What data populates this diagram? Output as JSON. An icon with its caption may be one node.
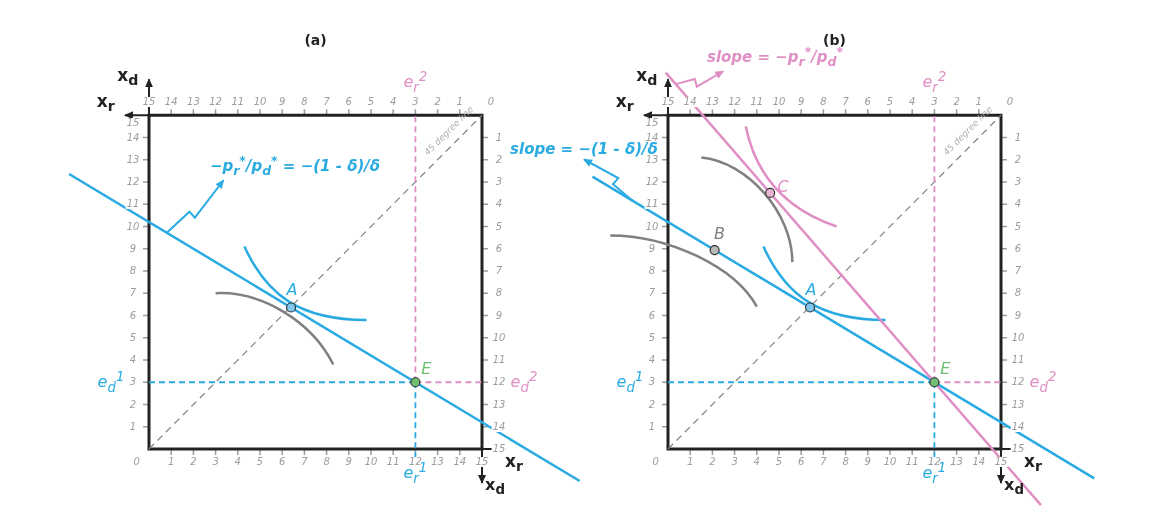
{
  "diagram": {
    "nodes": [
      {
        "text": [
          "−p$_{r}$$^{*}$/p$_{d}$$^{*}$ = −(1 - δ)/δ"
        ]
      },
      {
        "text": [
          "slope = −(1 - δ)/δ"
        ]
      },
      {
        "text": [
          "slope = −p$_{r}$$^{*}$/p$_{d}$$^{*}$"
        ]
      }
    ],
    "edges": [
      {
        "from": null,
        "to": 0,
        "arrow": "to"
      },
      {
        "from": null,
        "to": 1,
        "arrow": "to"
      },
      {
        "from": null,
        "to": 2,
        "arrow": "to",
        "color": "#e08fc4"
      }
    ],
    "labels": [
      "(a)",
      "x$_{d}$",
      "x$_{r}$",
      "e$_{r}$$^{2}$",
      "15",
      "14",
      "13",
      "12",
      "11",
      "10",
      "9",
      "8",
      "7",
      "6",
      "5",
      "4",
      "3",
      "2",
      "1",
      "0",
      "45 degree line",
      "15",
      "14",
      "13",
      "12",
      "11",
      "10",
      "9",
      "8",
      "7",
      "6",
      "5",
      "4",
      "3",
      "2",
      "1",
      "e$_{d}$$^{1}$",
      "A",
      "E",
      "e$_{d}$$^{2}$",
      "1",
      "2",
      "3",
      "4",
      "5",
      "6",
      "7",
      "8",
      "9",
      "10",
      "11",
      "12",
      "13",
      "14",
      "15",
      "0",
      "1",
      "2",
      "3",
      "4",
      "5",
      "6",
      "7",
      "8",
      "9",
      "10",
      "11",
      "12",
      "13",
      "14",
      "15",
      "x$_{r}$",
      "e$_{r}$$^{1}$",
      "x$_{d}$",
      "(b)",
      "x$_{d}$",
      "x$_{r}$",
      "e$_{r}$$^{2}$",
      "15",
      "14",
      "13",
      "12",
      "11",
      "10",
      "9",
      "8",
      "7",
      "6",
      "5",
      "4",
      "3",
      "2",
      "1",
      "0",
      "45 degree line",
      "15",
      "14",
      "13",
      "12",
      "11",
      "10",
      "9",
      "8",
      "7",
      "6",
      "5",
      "4",
      "3",
      "2",
      "1",
      "e$_{d}$$^{1}$",
      "A",
      "E",
      "e$_{d}$$^{2}$",
      "1",
      "2",
      "3",
      "4",
      "5",
      "6",
      "7",
      "8",
      "9",
      "10",
      "11",
      "12",
      "13",
      "14",
      "15",
      "0",
      "1",
      "2",
      "3",
      "4",
      "5",
      "6",
      "7",
      "8",
      "9",
      "10",
      "11",
      "12",
      "13",
      "14",
      "15",
      "x$_{r}$",
      "e$_{r}$$^{1}$",
      "x$_{d}$",
      "B",
      "C"
    ]
  }
}
